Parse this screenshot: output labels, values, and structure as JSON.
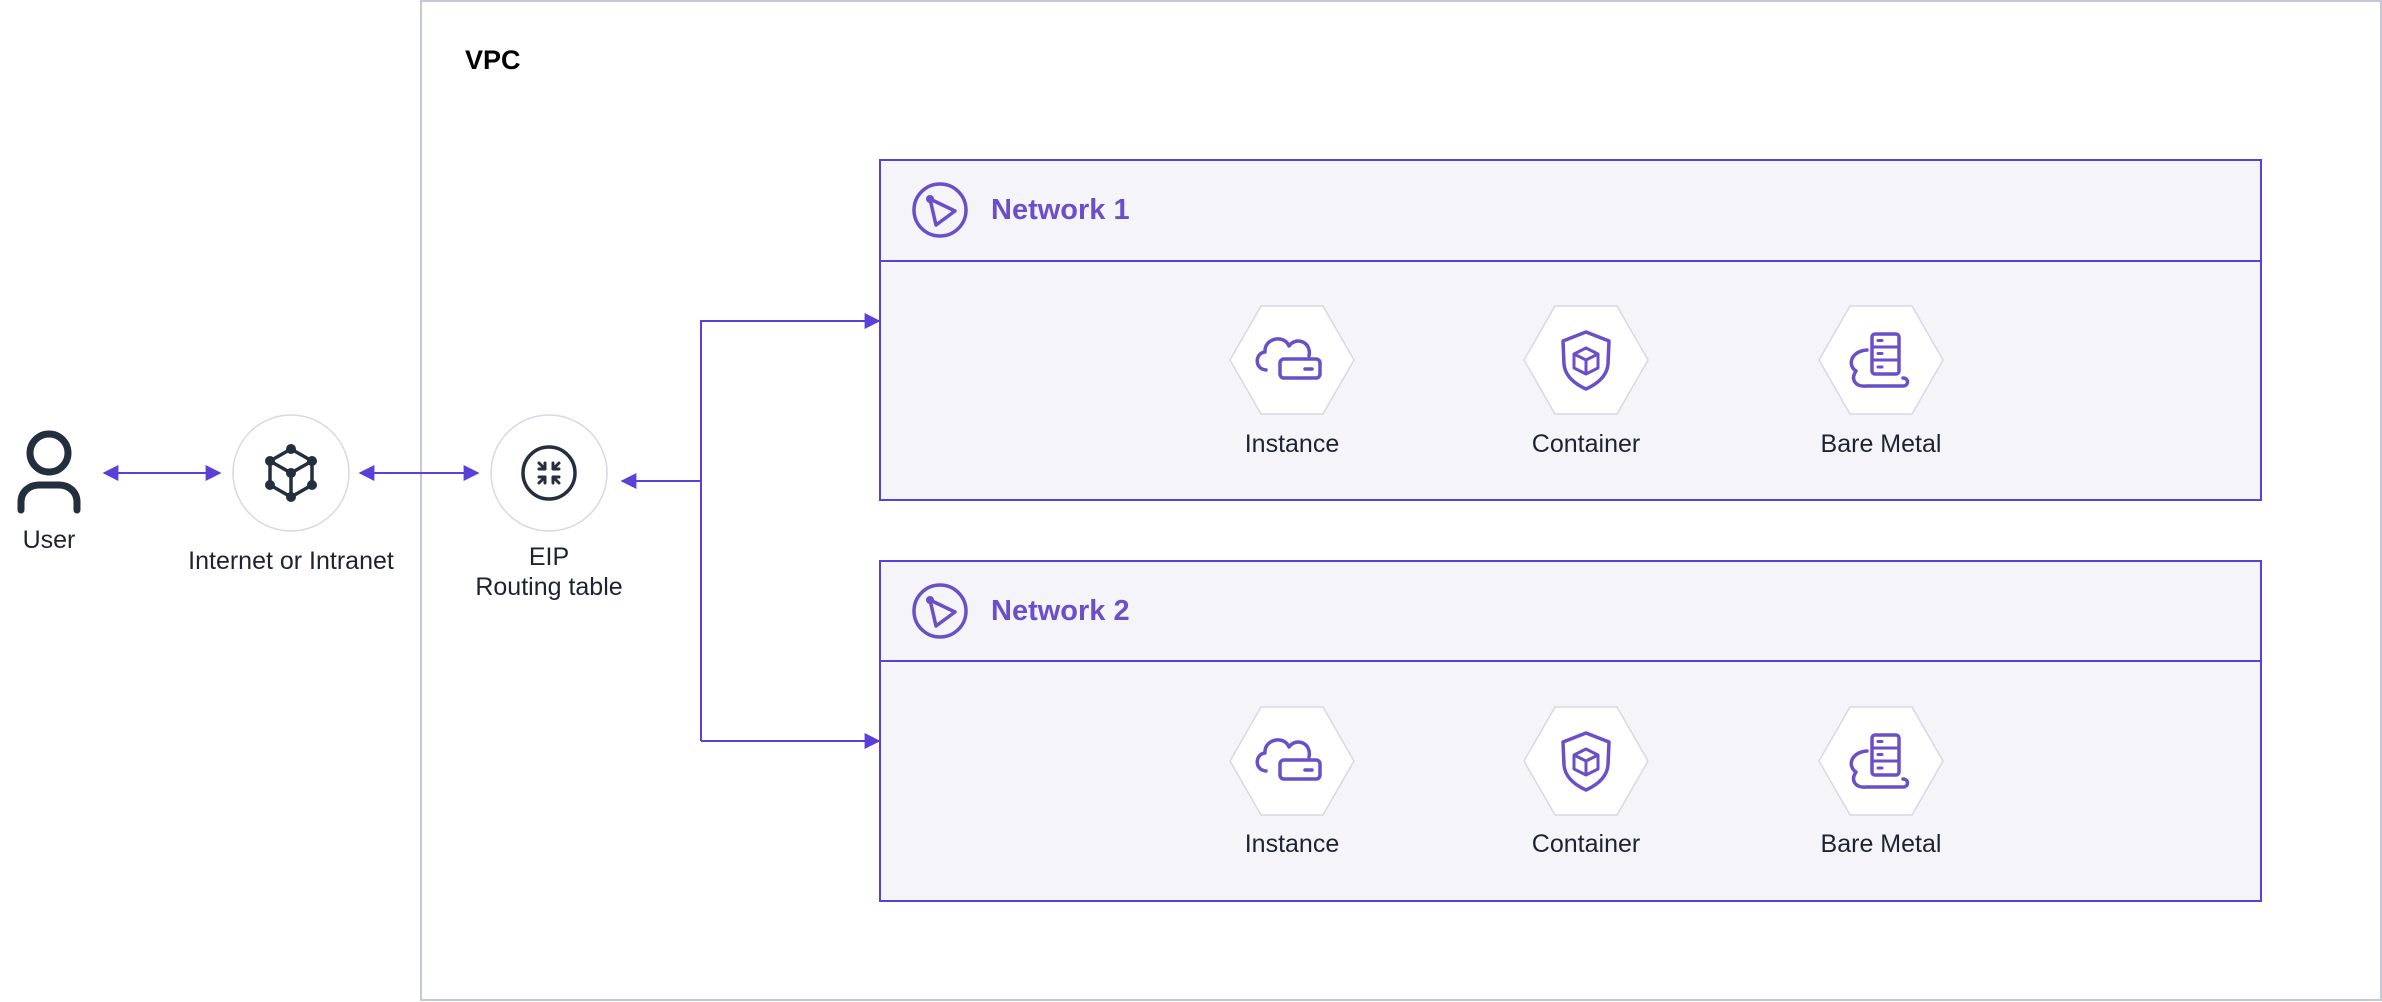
{
  "vpc": {
    "title": "VPC"
  },
  "user": {
    "label": "User",
    "icon": "user-icon"
  },
  "internet": {
    "label": "Internet or Intranet",
    "icon": "network-mesh-icon"
  },
  "eip": {
    "line1": "EIP",
    "line2": "Routing table",
    "icon": "router-icon"
  },
  "networks": [
    {
      "title": "Network 1",
      "icon": "network-send-icon",
      "resources": [
        {
          "label": "Instance",
          "icon": "cloud-server-icon"
        },
        {
          "label": "Container",
          "icon": "container-shield-icon"
        },
        {
          "label": "Bare Metal",
          "icon": "bare-metal-cloud-icon"
        }
      ]
    },
    {
      "title": "Network 2",
      "icon": "network-send-icon",
      "resources": [
        {
          "label": "Instance",
          "icon": "cloud-server-icon"
        },
        {
          "label": "Container",
          "icon": "container-shield-icon"
        },
        {
          "label": "Bare Metal",
          "icon": "bare-metal-cloud-icon"
        }
      ]
    }
  ],
  "colors": {
    "accent": "#5b3fd6",
    "icon_purple": "#6a4fc8",
    "icon_dark": "#232f3e",
    "panel_fill": "#f4f4f9",
    "vpc_border": "#c4c9d8",
    "node_border": "#d6d8e3"
  }
}
